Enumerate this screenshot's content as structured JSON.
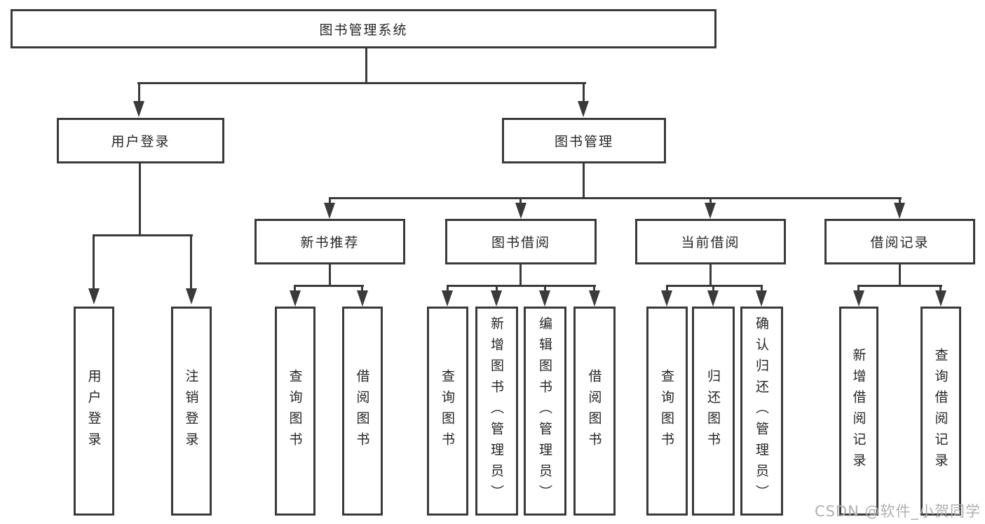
{
  "nodes": {
    "root": "图书管理系统",
    "level2": [
      "用户登录",
      "图书管理"
    ],
    "level3": [
      "新书推荐",
      "图书借阅",
      "当前借阅",
      "借阅记录"
    ],
    "leaves_user": [
      "用户登录",
      "注销登录"
    ],
    "leaves_newbook": [
      "查询图书",
      "借阅图书"
    ],
    "leaves_borrow": [
      "查询图书",
      "新增图书（管理员）",
      "编辑图书（管理员）",
      "借阅图书"
    ],
    "leaves_current": [
      "查询图书",
      "归还图书",
      "确认归还（管理员）"
    ],
    "leaves_records": [
      "新增借阅记录",
      "查询借阅记录"
    ]
  },
  "watermark": "CSDN @软件_小贺同学",
  "colors": {
    "line": "#3a3a3a",
    "text": "#262626",
    "watermark": "#b0b0b0",
    "background": "#ffffff"
  }
}
